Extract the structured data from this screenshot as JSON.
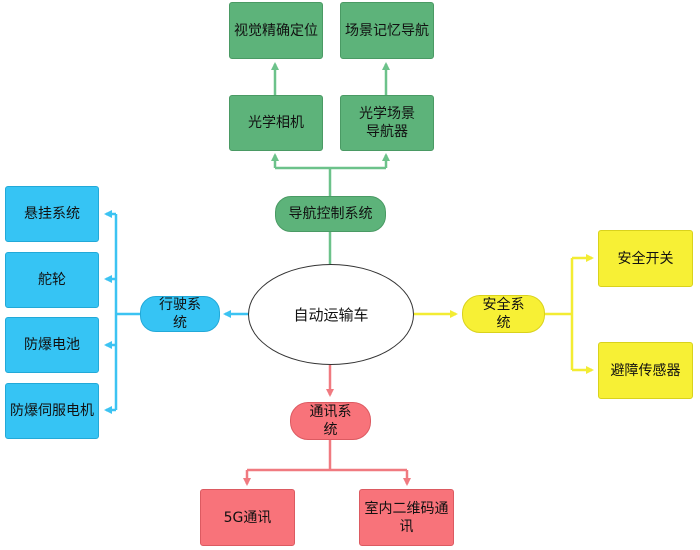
{
  "center": {
    "label": "自动运输车"
  },
  "navigation": {
    "label": "导航控制系统",
    "children": [
      {
        "label": "光学相机",
        "child": "视觉精确定位"
      },
      {
        "label": "光学场景导航器",
        "child": "场景记忆导航"
      }
    ]
  },
  "travel": {
    "label": "行驶系统",
    "children": [
      "悬挂系统",
      "舵轮",
      "防爆电池",
      "防爆伺服电机"
    ]
  },
  "safety": {
    "label": "安全系统",
    "children": [
      "安全开关",
      "避障传感器"
    ]
  },
  "comm": {
    "label": "通讯系统",
    "children": [
      "5G通讯",
      "室内二维码通讯"
    ]
  },
  "colors": {
    "green": "#5db37a",
    "blue": "#36c4f4",
    "yellow": "#f7f035",
    "red": "#f8737a",
    "green_line": "#6cc28a",
    "blue_line": "#3cc3f2",
    "yellow_line": "#f3ec33",
    "red_line": "#f07a80"
  }
}
